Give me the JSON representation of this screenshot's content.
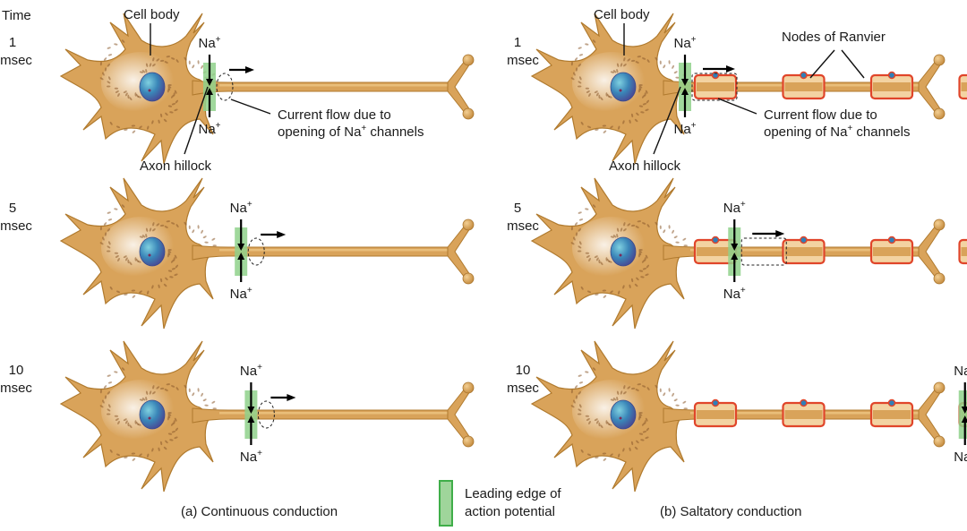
{
  "time_header": "Time",
  "rows": [
    {
      "time_value": "1",
      "time_unit": "msec"
    },
    {
      "time_value": "5",
      "time_unit": "msec"
    },
    {
      "time_value": "10",
      "time_unit": "msec"
    }
  ],
  "panels": {
    "continuous": {
      "caption": "(a) Continuous conduction",
      "labels": {
        "cell_body": "Cell body",
        "axon_hillock": "Axon hillock",
        "current_flow_line1": "Current flow due to",
        "current_flow_line2_pre": "opening of Na",
        "current_flow_line2_sup": "+",
        "current_flow_line2_post": " channels"
      },
      "action_potential_positions": [
        0.0,
        0.22,
        0.29
      ]
    },
    "saltatory": {
      "caption": "(b) Saltatory conduction",
      "labels": {
        "cell_body": "Cell body",
        "axon_hillock": "Axon hillock",
        "nodes_of_ranvier": "Nodes of Ranvier",
        "current_flow_line1": "Current flow due to",
        "current_flow_line2_pre": "opening of Na",
        "current_flow_line2_sup": "+",
        "current_flow_line2_post": " channels"
      },
      "myelin_segments": 4,
      "action_potential_node_index": [
        0,
        1,
        4
      ]
    }
  },
  "ion": {
    "symbol": "Na",
    "charge": "+"
  },
  "legend": {
    "line1": "Leading edge of",
    "line2": "action potential",
    "color": "#9fd59b",
    "border_color": "#3fae49"
  },
  "colors": {
    "neuron": "#d9a35a",
    "myelin_border": "#e0452a",
    "myelin_fill": "#f3d3a2",
    "schwann_nucleus": "#2f7fb8"
  }
}
